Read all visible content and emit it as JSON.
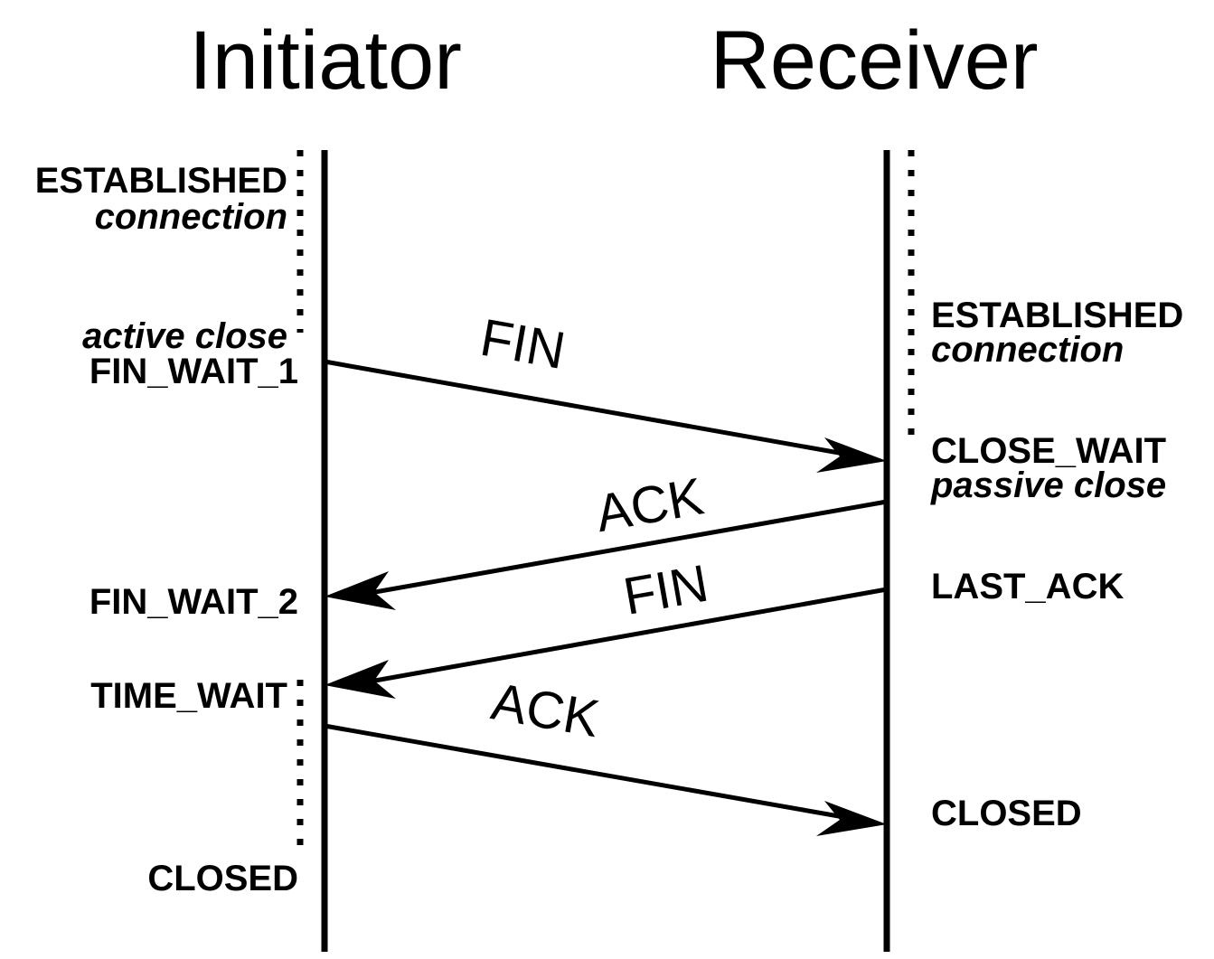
{
  "diagram": {
    "title_left": "Initiator",
    "title_right": "Receiver",
    "background_color": "#ffffff",
    "line_color": "#000000"
  },
  "initiator": {
    "states": {
      "established": "ESTABLISHED",
      "connection": "connection",
      "active_close": "active close",
      "fin_wait_1": "FIN_WAIT_1",
      "fin_wait_2": "FIN_WAIT_2",
      "time_wait": "TIME_WAIT",
      "closed": "CLOSED"
    }
  },
  "receiver": {
    "states": {
      "established": "ESTABLISHED",
      "connection": "connection",
      "close_wait": "CLOSE_WAIT",
      "passive_close": "passive close",
      "last_ack": "LAST_ACK",
      "closed": "CLOSED"
    }
  },
  "messages": {
    "fin_1": "FIN",
    "ack_1": "ACK",
    "fin_2": "FIN",
    "ack_2": "ACK"
  }
}
